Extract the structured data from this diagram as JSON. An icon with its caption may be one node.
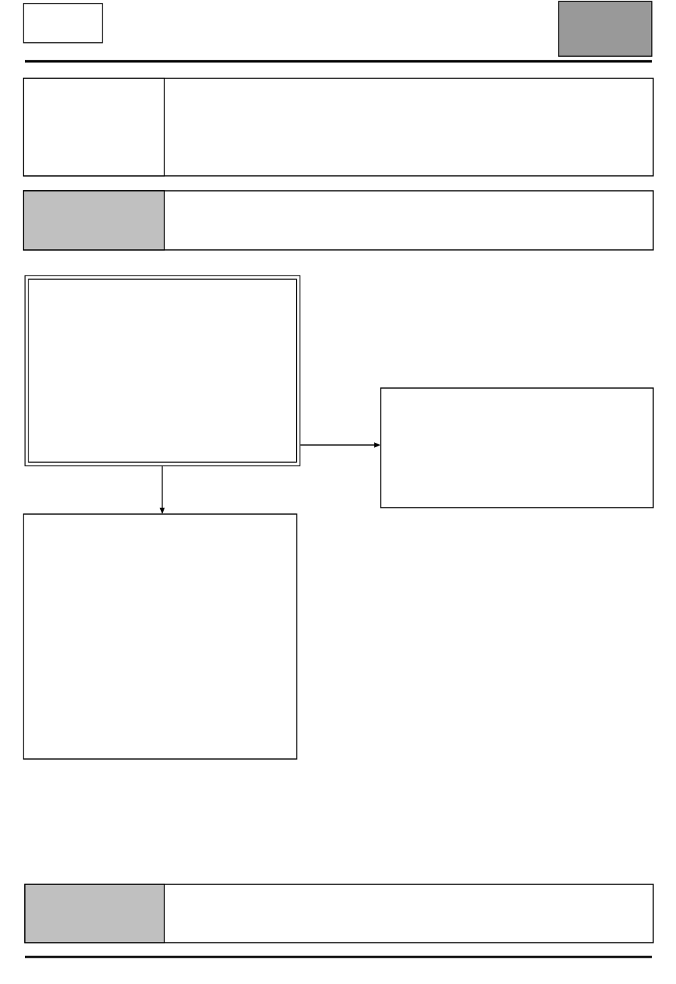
{
  "diagram": {
    "nodes": [
      {
        "text": [],
        "shape": "box"
      },
      {
        "text": [],
        "shape": "box"
      },
      {
        "text": [],
        "shape": "box"
      },
      {
        "text": [],
        "shape": "box",
        "in": 2
      },
      {
        "text": [],
        "shape": "box"
      },
      {
        "text": [],
        "shape": "box",
        "in": 4
      },
      {
        "text": [],
        "shape": "box"
      },
      {
        "text": [],
        "shape": "box"
      },
      {
        "text": [],
        "shape": "box"
      },
      {
        "text": [],
        "shape": "box"
      },
      {
        "text": [],
        "shape": "box",
        "in": 9
      }
    ],
    "edges": [
      {
        "from": 6,
        "to": 7,
        "arrow": "to"
      },
      {
        "from": 6,
        "to": 8,
        "arrow": "to"
      }
    ]
  }
}
